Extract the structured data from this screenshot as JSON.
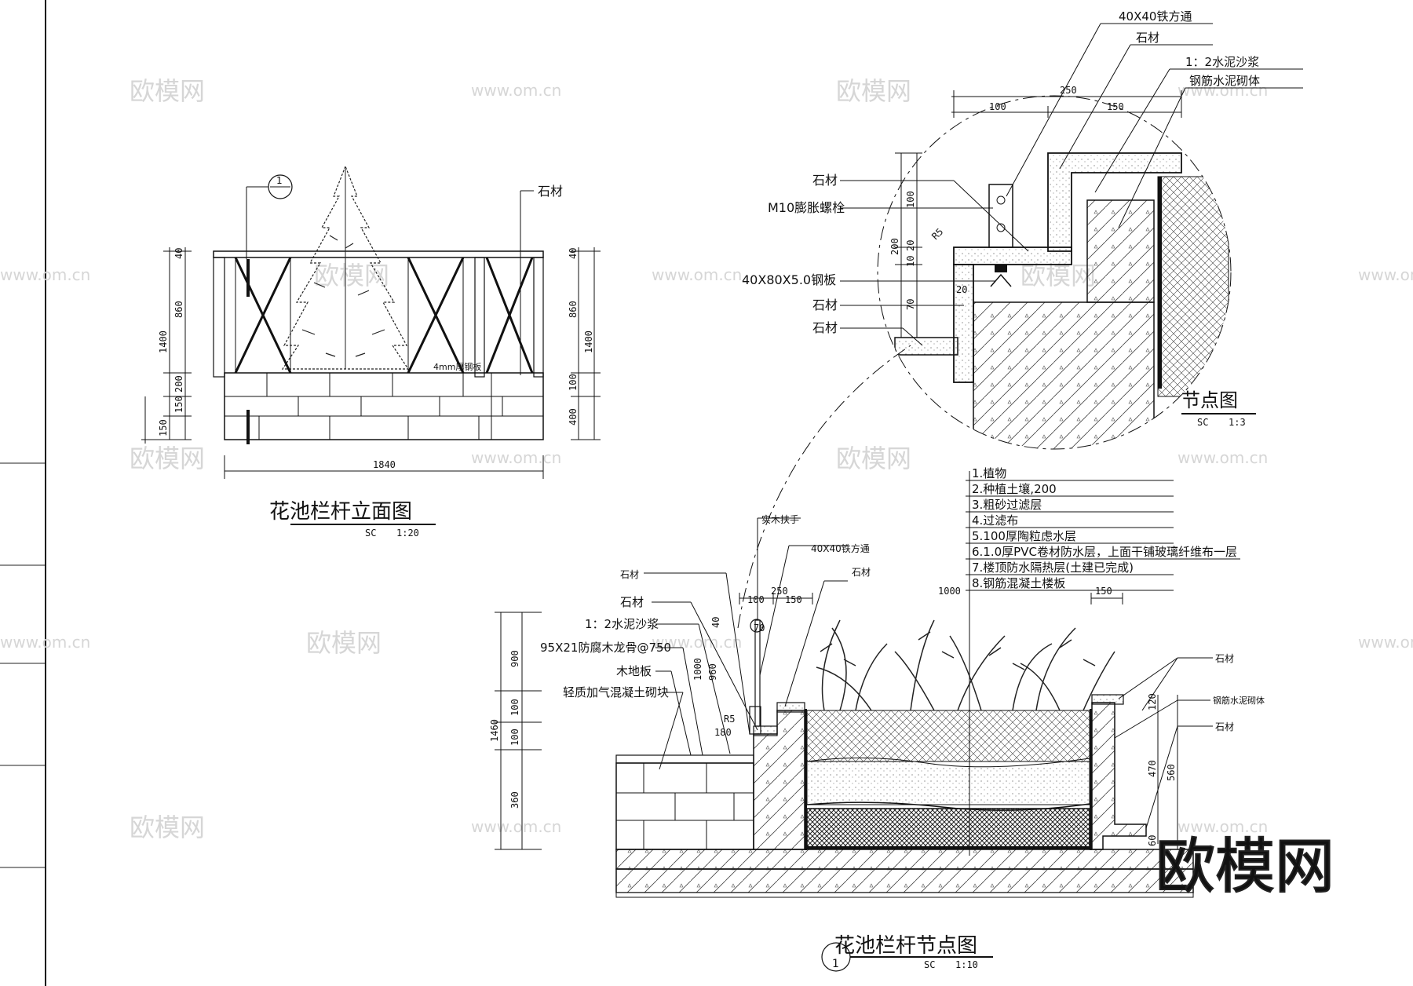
{
  "elevation": {
    "title": "花池栏杆立面图",
    "scale_prefix": "SC",
    "scale": "1:20",
    "label_stone": "石材",
    "label_plate": "4mm厚钢板",
    "detail_ref_num": "1",
    "dims_left": [
      "1400",
      "860",
      "200",
      "150",
      "150",
      "40"
    ],
    "dims_right": [
      "1400",
      "860",
      "100",
      "400",
      "40"
    ],
    "dim_width": "1840"
  },
  "node": {
    "title": "节点图",
    "scale_prefix": "SC",
    "scale": "1:3",
    "labels_top": [
      "40X40铁方通",
      "石材",
      "1：2水泥沙浆",
      "钢筋水泥砌体"
    ],
    "labels_left": [
      "石材",
      "M10膨胀螺栓",
      "40X80X5.0钢板",
      "石材",
      "石材"
    ],
    "dims": [
      "250",
      "100",
      "150",
      "200",
      "100",
      "R5",
      "10",
      "20",
      "20",
      "70"
    ]
  },
  "section": {
    "title": "花池栏杆节点图",
    "scale_prefix": "SC",
    "scale": "1:10",
    "ref_num": "1",
    "layers": [
      "1.植物",
      "2.种植土壤,200",
      "3.粗砂过滤层",
      "4.过滤布",
      "5.100厚陶粒虑水层",
      "6.1.0厚PVC卷材防水层，上面干铺玻璃纤维布一层",
      "7.楼顶防水隔热层(土建已完成)",
      "8.钢筋混凝土楼板"
    ],
    "labels_left": [
      "石材",
      "1：2水泥沙浆",
      "95X21防腐木龙骨@750",
      "木地板",
      "轻质加气混凝土砌块"
    ],
    "label_stone_small": "石材",
    "label_handrail": "实木扶手",
    "label_tube": "40X40铁方通",
    "label_stone_top": "石材",
    "labels_right": [
      "石材",
      "钢筋水泥砌体",
      "石材"
    ],
    "dims_top": [
      "250",
      "100",
      "150",
      "1000",
      "150"
    ],
    "dims_left": [
      "1460",
      "900",
      "100",
      "100",
      "360",
      "40",
      "1000",
      "960",
      "R5",
      "180",
      "70"
    ],
    "dims_right": [
      "120",
      "470",
      "560",
      "60"
    ]
  },
  "watermarks": {
    "brand": "欧模网",
    "url": "www.om.cn",
    "big": "欧模网"
  }
}
